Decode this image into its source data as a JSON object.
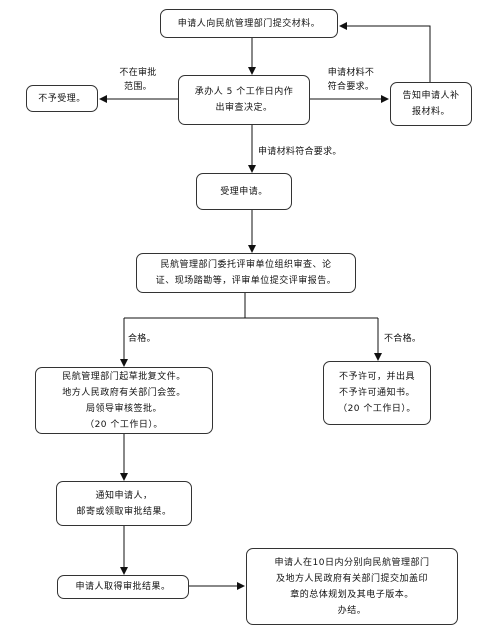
{
  "boxes": {
    "submit": "申请人向民航管理部门提交材料。",
    "review": "承办人 5 个工作日内作\n出审查决定。",
    "reject": "不予受理。",
    "supplement": "告知申请人补\n报材料。",
    "accept": "受理申请。",
    "evaluate": "民航管理部门委托评审单位组织审查、论\n证、现场踏勘等，评审单位提交评审报告。",
    "draft": "民航管理部门起草批复文件。\n地方人民政府有关部门会签。\n局领导审核签批。\n（20 个工作日）。",
    "deny": "不予许可，并出具\n不予许可通知书。\n（20 个工作日）。",
    "notify": "通知申请人，\n邮寄或领取审批结果。",
    "obtain": "申请人取得审批结果。",
    "final": "申请人在10日内分别向民航管理部门\n及地方人民政府有关部门提交加盖印\n章的总体规划及其电子版本。\n办结。"
  },
  "labels": {
    "out_of_scope": "不在审批\n范围。",
    "incomplete": "申请材料不\n符合要求。",
    "complete": "申请材料符合要求。",
    "qualified": "合格。",
    "unqualified": "不合格。"
  }
}
